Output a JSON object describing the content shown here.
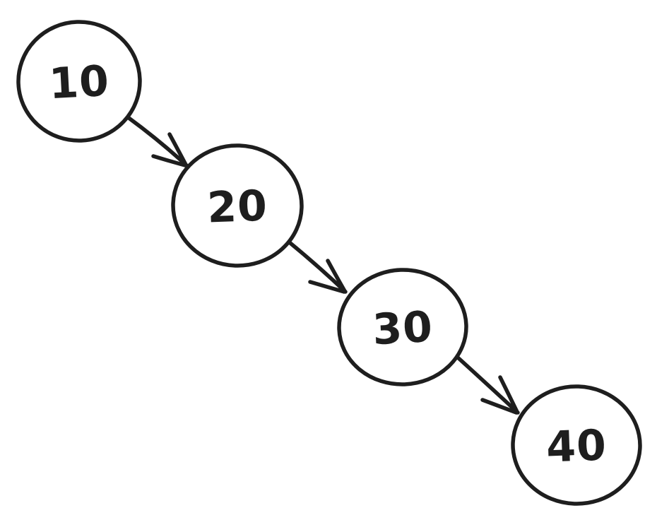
{
  "diagram": {
    "type": "directed-chain",
    "background": "#ffffff",
    "stroke_color": "#1e1e1e",
    "nodes": [
      {
        "label": "10"
      },
      {
        "label": "20"
      },
      {
        "label": "30"
      },
      {
        "label": "40"
      }
    ],
    "edges": [
      {
        "from": "10",
        "to": "20"
      },
      {
        "from": "20",
        "to": "30"
      },
      {
        "from": "30",
        "to": "40"
      }
    ]
  }
}
